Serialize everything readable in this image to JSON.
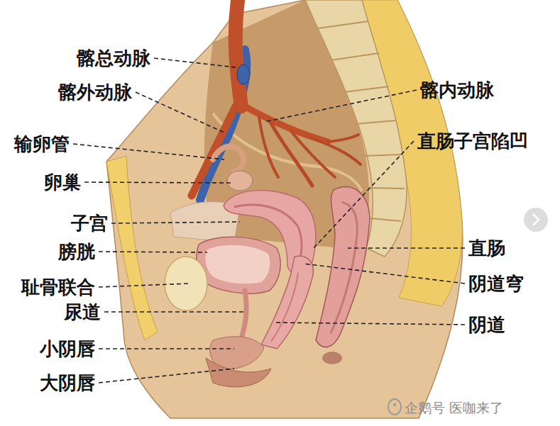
{
  "diagram": {
    "labels": [
      "髂总动脉",
      "髂外动脉",
      "输卵管",
      "卵巢",
      "子宫",
      "膀胱",
      "耻骨联合",
      "尿道",
      "小阴唇",
      "大阴唇",
      "髂内动脉",
      "直肠子宫陷凹",
      "直肠",
      "阴道穹",
      "阴道",
      "企鹅号 医咖来了"
    ]
  }
}
